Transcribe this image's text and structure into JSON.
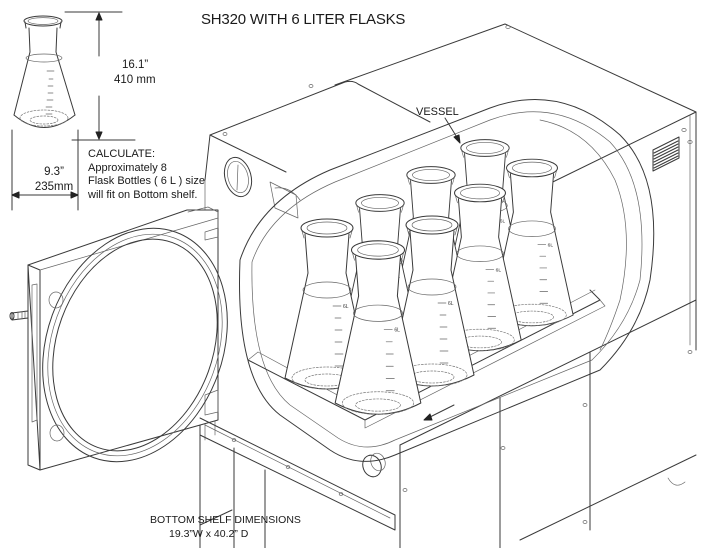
{
  "title": "SH320 WITH 6 LITER FLASKS",
  "flask_dimensions": {
    "height_in": "16.1”",
    "height_mm": "410 mm",
    "width_in": "9.3”",
    "width_mm": "235mm"
  },
  "calculate": {
    "heading": "CALCULATE:",
    "lines": [
      "Approximately  8",
      "Flask Bottles ( 6 L ) size",
      "will fit on Bottom shelf."
    ]
  },
  "callouts": {
    "vessel": "VESSEL"
  },
  "bottom_shelf": {
    "heading": "BOTTOM SHELF DIMENSIONS",
    "dimensions": "19.3”W x 40.2” D"
  },
  "flask_count_shown": 8,
  "flask_volume_mark": "6L"
}
